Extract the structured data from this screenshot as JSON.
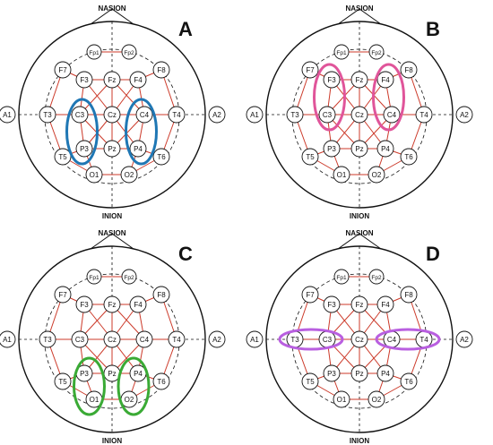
{
  "landmarks": {
    "nasion": "NASION",
    "inion": "INION",
    "left_ear": "A1",
    "right_ear": "A2"
  },
  "electrodes": [
    "Fp1",
    "Fp2",
    "F7",
    "F3",
    "Fz",
    "F4",
    "F8",
    "T3",
    "C3",
    "Cz",
    "C4",
    "T4",
    "T5",
    "P3",
    "Pz",
    "P4",
    "T6",
    "O1",
    "O2"
  ],
  "colors": {
    "connection": "#cc3a2a",
    "outline": "#111111",
    "grid": "#111111"
  },
  "panels": [
    {
      "letter": "A",
      "highlight_color": "#1f77b4",
      "highlight_groups": [
        [
          "C3",
          "P3"
        ],
        [
          "C4",
          "P4"
        ]
      ]
    },
    {
      "letter": "B",
      "highlight_color": "#e0559a",
      "highlight_groups": [
        [
          "F3",
          "C3"
        ],
        [
          "F4",
          "C4"
        ]
      ]
    },
    {
      "letter": "C",
      "highlight_color": "#3aaa35",
      "highlight_groups": [
        [
          "P3",
          "O1"
        ],
        [
          "P4",
          "O2"
        ]
      ]
    },
    {
      "letter": "D",
      "highlight_color": "#b95fe0",
      "highlight_groups": [
        [
          "T3",
          "C3"
        ],
        [
          "C4",
          "T4"
        ]
      ]
    }
  ]
}
